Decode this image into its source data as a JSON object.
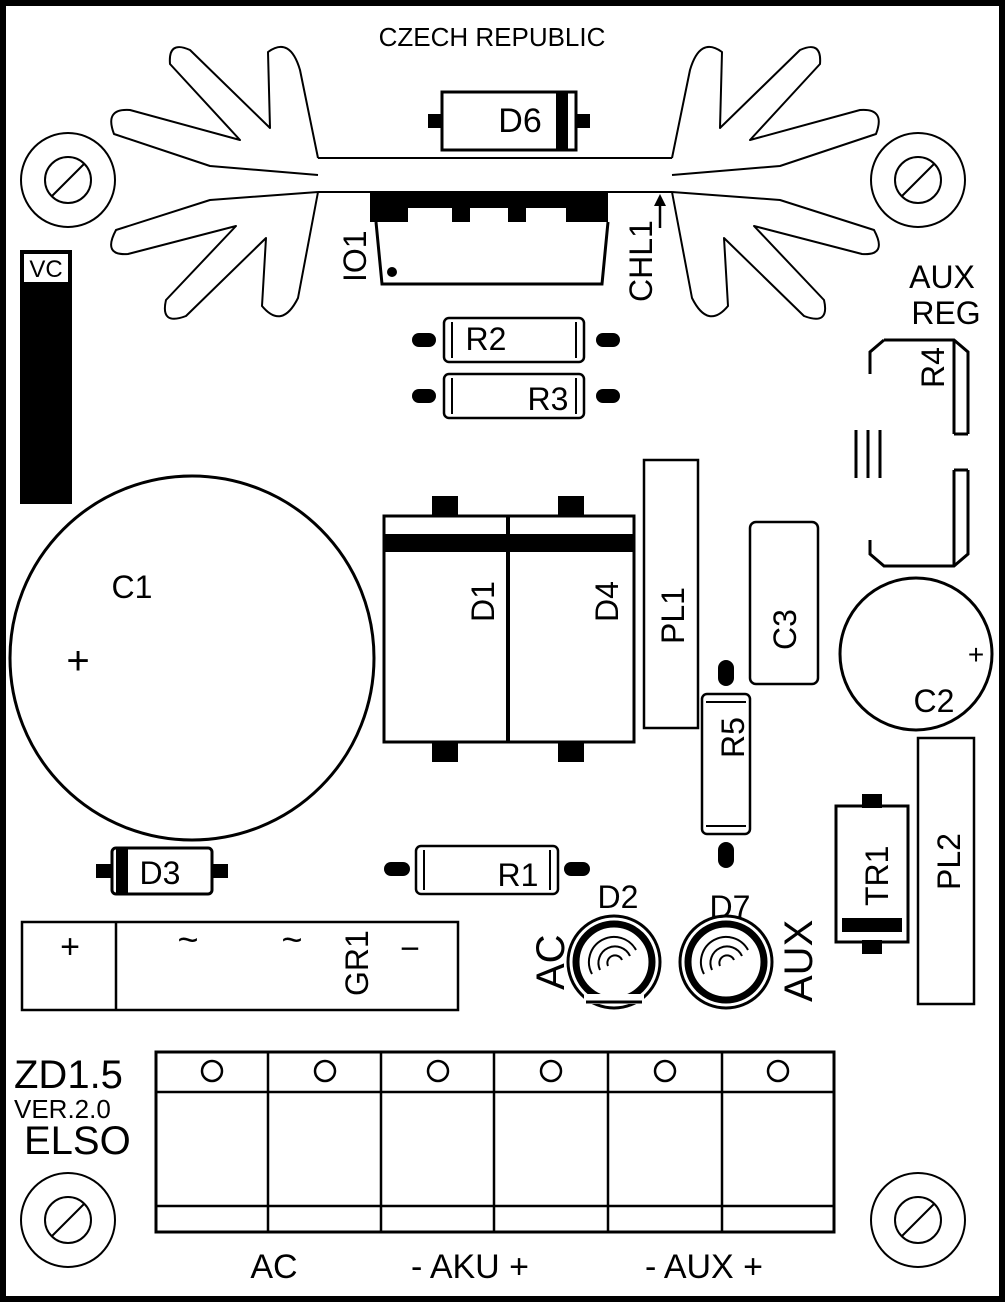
{
  "board": {
    "country": "CZECH REPUBLIC",
    "model": "ZD1.5",
    "version": "VER.2.0",
    "maker": "ELSO",
    "vc_label": "VC",
    "aux_reg_line1": "AUX",
    "aux_reg_line2": "REG"
  },
  "components": {
    "d6": "D6",
    "io1": "IO1",
    "chl1": "CHL1",
    "r2": "R2",
    "r3": "R3",
    "r4": "R4",
    "c1": "C1",
    "c1_plus": "+",
    "d1": "D1",
    "d4": "D4",
    "pl1": "PL1",
    "c3": "C3",
    "c2": "C2",
    "c2_plus": "+",
    "r5": "R5",
    "d3": "D3",
    "r1": "R1",
    "tr1": "TR1",
    "pl2": "PL2",
    "d2": "D2",
    "d7": "D7",
    "led_ac": "AC",
    "led_aux": "AUX"
  },
  "bridge": {
    "name": "GR1",
    "plus": "+",
    "ac1": "~",
    "ac2": "~",
    "minus": "−"
  },
  "terminals": {
    "ac": "AC",
    "aku": "- AKU +",
    "aux": "- AUX +"
  }
}
